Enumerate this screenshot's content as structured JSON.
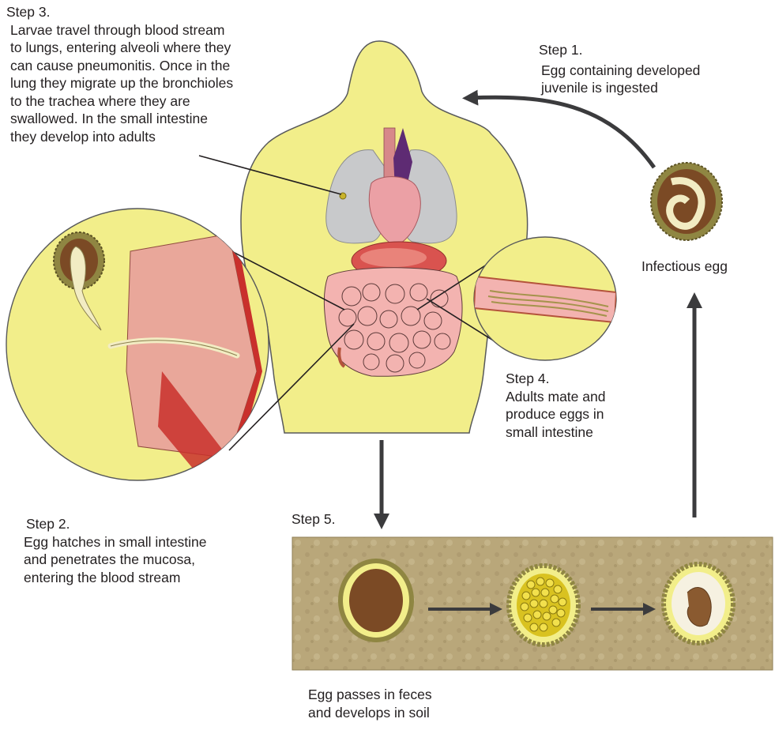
{
  "steps": {
    "step1": {
      "title": "Step 1.",
      "text": "Egg containing developed\njuvenile is ingested"
    },
    "step2": {
      "title": "Step 2.",
      "text": "Egg hatches in small intestine\nand penetrates the mucosa,\nentering the blood stream"
    },
    "step3": {
      "title": "Step 3.",
      "text": "Larvae travel through blood stream\nto lungs, entering alveoli where they\ncan cause pneumonitis. Once in the\nlung they migrate up the bronchioles\nto the trachea where they are\nswallowed. In the small intestine\nthey develop into adults"
    },
    "step4": {
      "title": "Step 4.",
      "text": "Adults mate and\nproduce eggs in\nsmall intestine"
    },
    "step5": {
      "title": "Step 5."
    }
  },
  "labels": {
    "infectious_egg": "Infectious egg",
    "soil_caption": "Egg passes in feces\nand develops in soil"
  },
  "colors": {
    "body": "#f2ee8a",
    "body_outline": "#58595b",
    "lung": "#c8c9cb",
    "heart": "#eba0a5",
    "stomach": "#d9534f",
    "intestine": "#f3b3b0",
    "egg_shell": "#8f8642",
    "egg_inner": "#7b4a25",
    "larva": "#f2ecc3",
    "soil": "#b8a676",
    "arrow": "#3b3b3d"
  }
}
